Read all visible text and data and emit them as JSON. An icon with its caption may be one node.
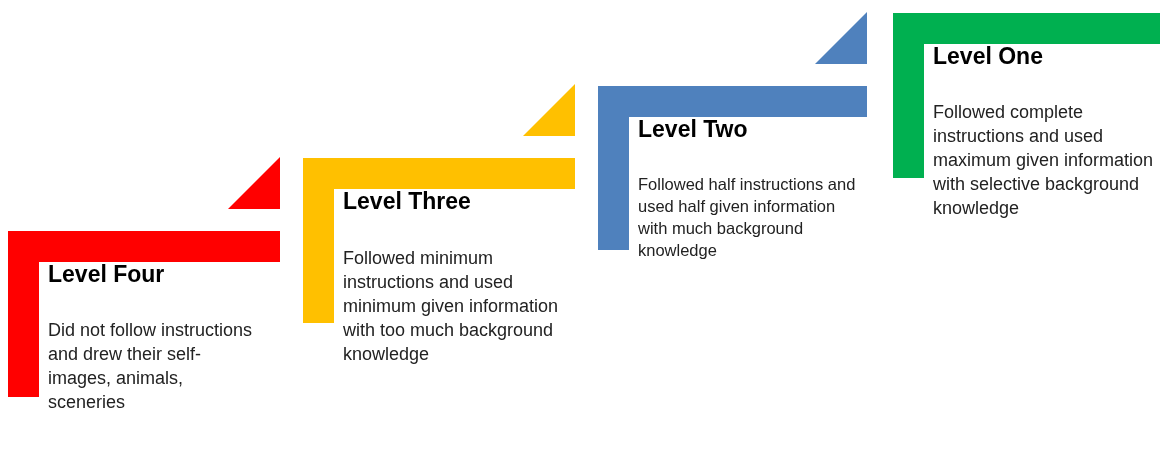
{
  "diagram": {
    "nodes": [
      {
        "text": [
          "Level Four",
          "Did not follow instructions and drew their self-images, animals, sceneries"
        ]
      },
      {
        "text": [
          "Level Three",
          "Followed minimum instructions and used minimum given information with too much background knowledge"
        ]
      },
      {
        "text": [
          "Level Two",
          "Followed half instructions and used half given information with much background knowledge"
        ]
      },
      {
        "text": [
          "Level One",
          "Followed complete instructions and used maximum given information with selective background knowledge"
        ]
      }
    ]
  }
}
